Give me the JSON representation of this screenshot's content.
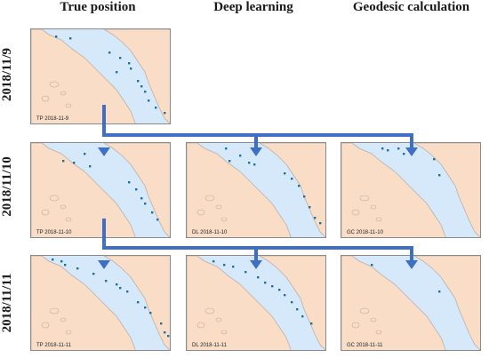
{
  "columns": [
    "True position",
    "Deep learning",
    "Geodesic calculation"
  ],
  "rows": [
    "2018/11/9",
    "2018/11/10",
    "2018/11/11"
  ],
  "maps": [
    {
      "label": "TP 2018-11-9",
      "row": 0,
      "col": 0
    },
    {
      "label": "TP 2018-11-10",
      "row": 1,
      "col": 0
    },
    {
      "label": "DL 2018-11-10",
      "row": 1,
      "col": 1
    },
    {
      "label": "GC 2018-11-10",
      "row": 1,
      "col": 2
    },
    {
      "label": "TP 2018-11-11",
      "row": 2,
      "col": 0
    },
    {
      "label": "DL 2018-11-11",
      "row": 2,
      "col": 1
    },
    {
      "label": "GC 2018-11-11",
      "row": 2,
      "col": 2
    }
  ],
  "colors": {
    "sea": "#d6e9fb",
    "land": "#f9ddc7",
    "coast": "#b9b0a8",
    "ship": "#1f6f9a",
    "arrow": "#3f6fc4"
  }
}
